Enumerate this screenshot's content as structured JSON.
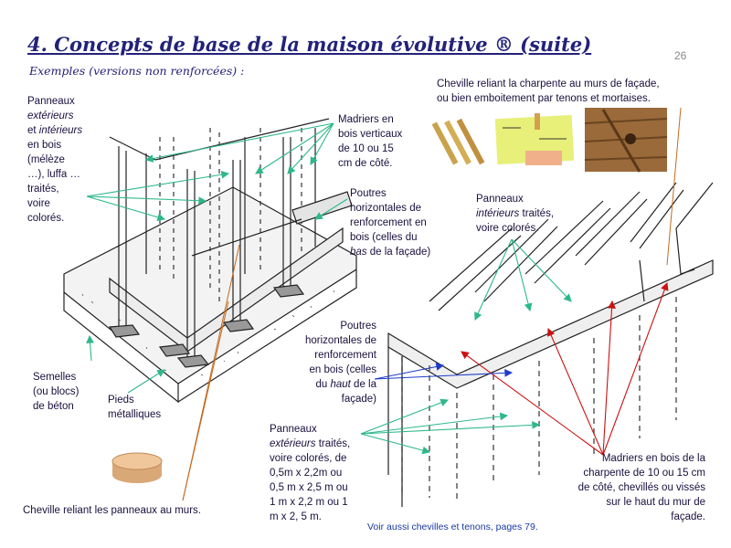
{
  "slide": {
    "title": "4. Concepts de base de la maison évolutive ® (suite)",
    "subtitle": "Exemples (versions non renforcées) :",
    "page_number": "26"
  },
  "labels": {
    "panneaux_ext_int": {
      "l1": "Panneaux",
      "l2": "extérieurs",
      "l3a": "et ",
      "l3b": "intérieurs",
      "l4": "en bois",
      "l5": "(mélèze",
      "l6": "…), luffa …",
      "l7": "traités,",
      "l8": "voire",
      "l9": "colorés."
    },
    "madriers_verticaux": {
      "l1": "Madriers en",
      "l2": "bois verticaux",
      "l3": "de 10 ou 15",
      "l4": "cm de côté."
    },
    "poutres_bas": {
      "l1": "Poutres",
      "l2": "horizontales de",
      "l3": "renforcement en",
      "l4": "bois (celles du",
      "l5a": "bas",
      "l5b": " de la façade)"
    },
    "cheville_charpente": {
      "l1": "Cheville reliant la charpente au murs de façade,",
      "l2": "ou bien emboitement par tenons et mortaises."
    },
    "panneaux_int": {
      "l1": "Panneaux",
      "l2a": "intérieurs",
      "l2b": " traités,",
      "l3": "voire colorés."
    },
    "poutres_haut": {
      "l1": "Poutres",
      "l2": "horizontales de",
      "l3": "renforcement",
      "l4": "en bois (celles",
      "l5a": "du ",
      "l5b": "haut",
      "l5c": " de la",
      "l6": "façade)"
    },
    "semelles": {
      "l1": "Semelles",
      "l2": "(ou blocs)",
      "l3": "de béton"
    },
    "pieds": {
      "l1": "Pieds",
      "l2": "métalliques"
    },
    "panneaux_ext": {
      "l1": "Panneaux",
      "l2a": "extérieurs",
      "l2b": " traités,",
      "l3": "voire colorés, de",
      "l4": "0,5m x 2,2m ou",
      "l5": "0,5 m x 2,5 m ou",
      "l6": "1 m x 2,2 m ou 1",
      "l7": "m x 2, 5 m."
    },
    "madriers_charpente": {
      "l1": "Madriers en bois de la",
      "l2": "charpente de 10 ou 15 cm",
      "l3": "de côté, chevillés ou vissés",
      "l4": "sur le haut du mur de",
      "l5": "façade."
    },
    "cheville_panneaux": "Cheville reliant les panneaux au murs.",
    "voir_aussi": "Voir aussi chevilles et tenons, pages 79."
  },
  "colors": {
    "title": "#22227a",
    "arrow_green": "#2eb88a",
    "arrow_red": "#cc1111",
    "arrow_blue": "#1e3cc8",
    "line_orange": "#c46a1e"
  }
}
